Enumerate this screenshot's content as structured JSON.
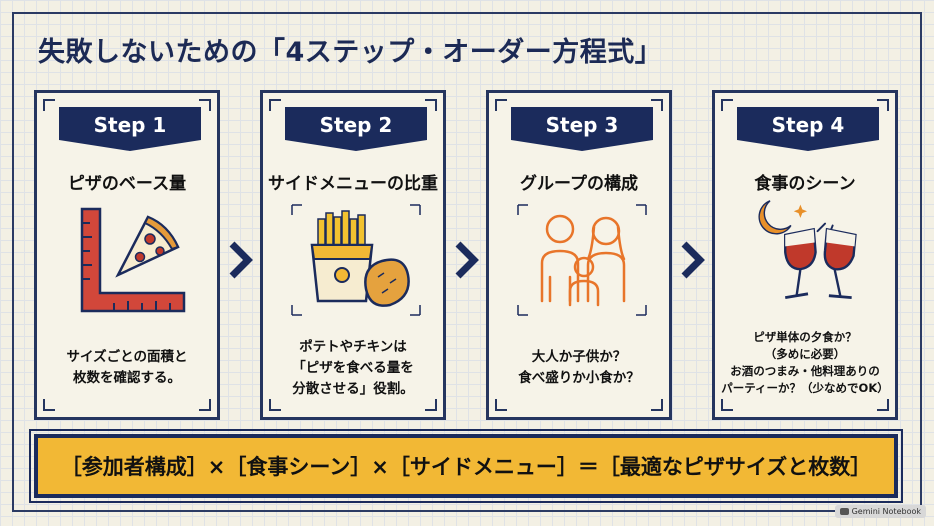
{
  "title": "失敗しないための「4ステップ・オーダー方程式」",
  "steps": [
    {
      "label": "Step 1",
      "title": "ピザのベース量",
      "description": "サイズごとの面積と\n枚数を確認する。",
      "icon": "ruler-pizza-icon"
    },
    {
      "label": "Step 2",
      "title": "サイドメニューの比重",
      "description": "ポテトやチキンは\n「ピザを食べる量を\n分散させる」役割。",
      "icon": "fries-chicken-icon"
    },
    {
      "label": "Step 3",
      "title": "グループの構成",
      "description": "大人か子供か？\n食べ盛りか小食か？",
      "icon": "family-icon"
    },
    {
      "label": "Step 4",
      "title": "食事のシーン",
      "description": "ピザ単体の夕食か？\n（多めに必要）\nお酒のつまみ・他料理ありの\nパーティーか？（少なめでOK）",
      "icon": "moon-wine-icon"
    }
  ],
  "formula": "［参加者構成］×［食事シーン］×［サイドメニュー］＝［最適なピザサイズと枚数］",
  "badge": "Gemini Notebook",
  "colors": {
    "navy": "#1b2b5c",
    "orange": "#e8752a",
    "gold": "#f2b835",
    "red": "#c0392b",
    "background": "#f3f0e4"
  }
}
